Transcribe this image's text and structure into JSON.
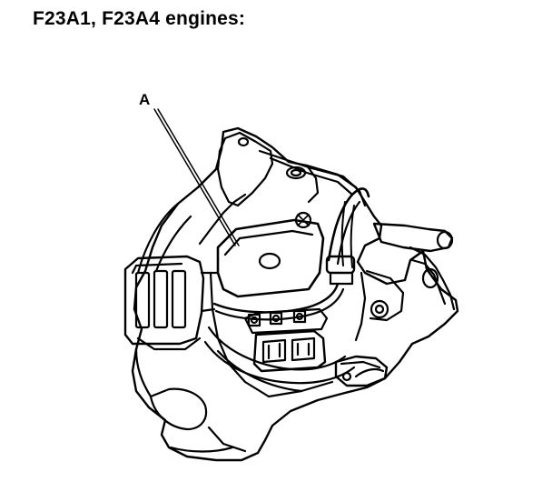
{
  "heading": "F23A1, F23A4 engines:",
  "callouts": {
    "a_label": "A"
  },
  "illustration": {
    "style": "black line drawing on white",
    "icon": "distributor-assembly-drawing",
    "stroke_color": "#000000",
    "background_color": "#ffffff"
  }
}
